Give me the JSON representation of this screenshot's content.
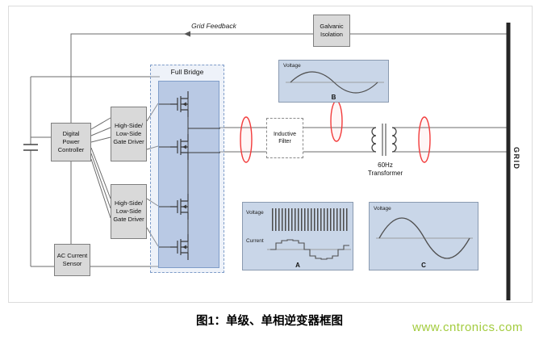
{
  "figure": {
    "caption": "图1：单级、单相逆变器框图",
    "watermark": "www.cntronics.com"
  },
  "labels": {
    "grid_feedback": "Grid Feedback",
    "galvanic_isolation": "Galvanic Isolation",
    "digital_power_controller": "Digital Power Controller",
    "gate_driver_top": "High-Side/ Low-Side Gate Driver",
    "gate_driver_bottom": "High-Side/ Low-Side Gate Driver",
    "ac_current_sensor": "AC Current Sensor",
    "full_bridge": "Full Bridge",
    "inductive_filter": "Inductive Filter",
    "transformer": "60Hz Transformer",
    "grid": "GRID"
  },
  "waveforms": {
    "b": {
      "signal": "Voltage",
      "marker": "B",
      "shape": "sine"
    },
    "a": {
      "signal_top": "Voltage",
      "signal_bottom": "Current",
      "marker": "A",
      "shape_top": "pwm",
      "shape_bottom": "stepped-sine"
    },
    "c": {
      "signal": "Voltage",
      "marker": "C",
      "shape": "sine"
    }
  },
  "colors": {
    "box_fill": "#d9d9d9",
    "box_border": "#7f7f7f",
    "panel_fill": "#c9d6e8",
    "bridge_fill": "#b9c9e4",
    "bridge_border": "#7f9dc9",
    "wire": "#6b6b6b",
    "probe": "#f23b3b",
    "grid_bar": "#262626",
    "watermark": "#a3cc3f"
  }
}
